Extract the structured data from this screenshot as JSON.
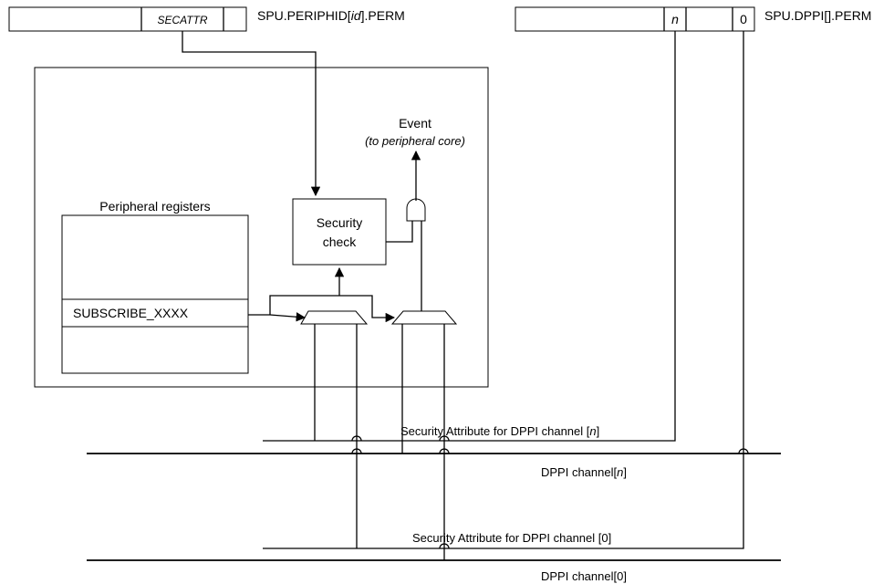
{
  "periph_reg": {
    "field_label": "SECATTR",
    "title_prefix": "SPU.PERIPHID[",
    "title_id": "id",
    "title_suffix": "].PERM"
  },
  "dppi_reg": {
    "bit_n_label": "n",
    "bit_0_label": "0",
    "title": "SPU.DPPI[].PERM"
  },
  "peripheral": {
    "registers_title": "Peripheral registers",
    "subscribe_label": "SUBSCRIBE_XXXX",
    "security_check_line1": "Security",
    "security_check_line2": "check",
    "event_label": "Event",
    "event_sublabel": "(to peripheral core)"
  },
  "channels": {
    "sec_attr_n_prefix": "Security Attribute for DPPI channel [",
    "sec_attr_n_var": "n",
    "sec_attr_n_suffix": "]",
    "dppi_n_prefix": "DPPI channel[",
    "dppi_n_var": "n",
    "dppi_n_suffix": "]",
    "sec_attr_0": "Security Attribute for DPPI channel [0]",
    "dppi_0": "DPPI channel[0]"
  }
}
